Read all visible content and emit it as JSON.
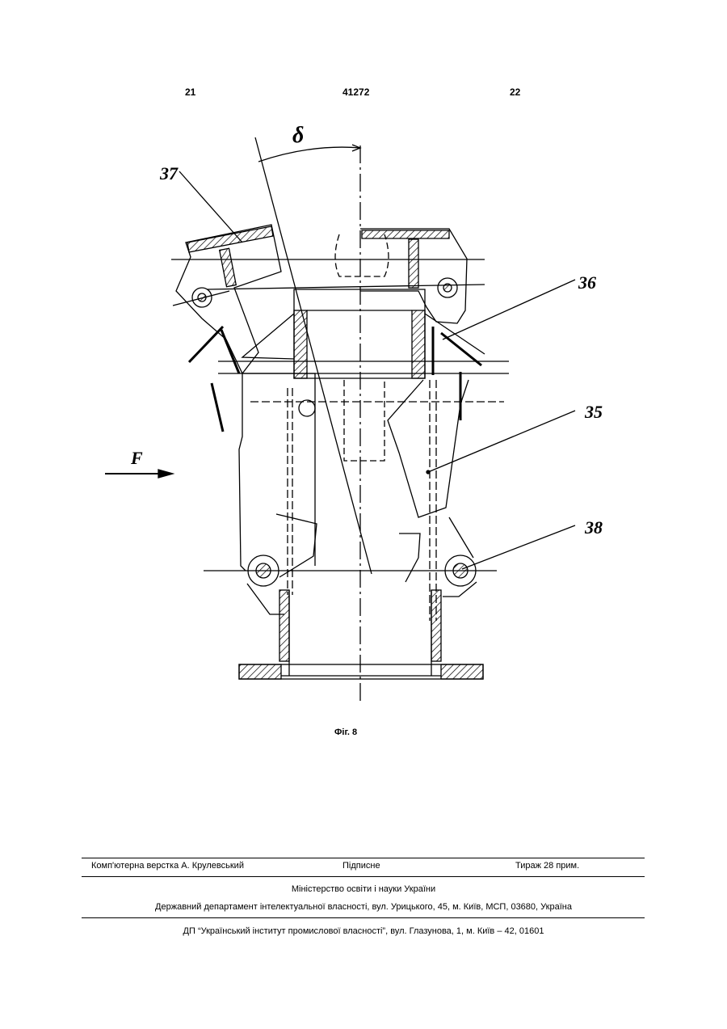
{
  "header": {
    "page_left": "21",
    "patent_number": "41272",
    "page_right": "22"
  },
  "figure": {
    "labels": {
      "ref_37": "37",
      "ref_36": "36",
      "ref_35": "35",
      "ref_38": "38",
      "force": "F",
      "angle": "δ"
    },
    "caption": "Фіг. 8"
  },
  "footer": {
    "layout": "Комп'ютерна верстка А. Крулевський",
    "signed": "Підписне",
    "circulation": "Тираж 28 прим.",
    "ministry": "Міністерство освіти і науки України",
    "department": "Державний департамент інтелектуальної власності, вул. Урицького, 45, м. Київ, МСП, 03680, Україна",
    "institute": "ДП “Український інститут промислової власності”, вул. Глазунова, 1, м. Київ – 42, 01601"
  }
}
